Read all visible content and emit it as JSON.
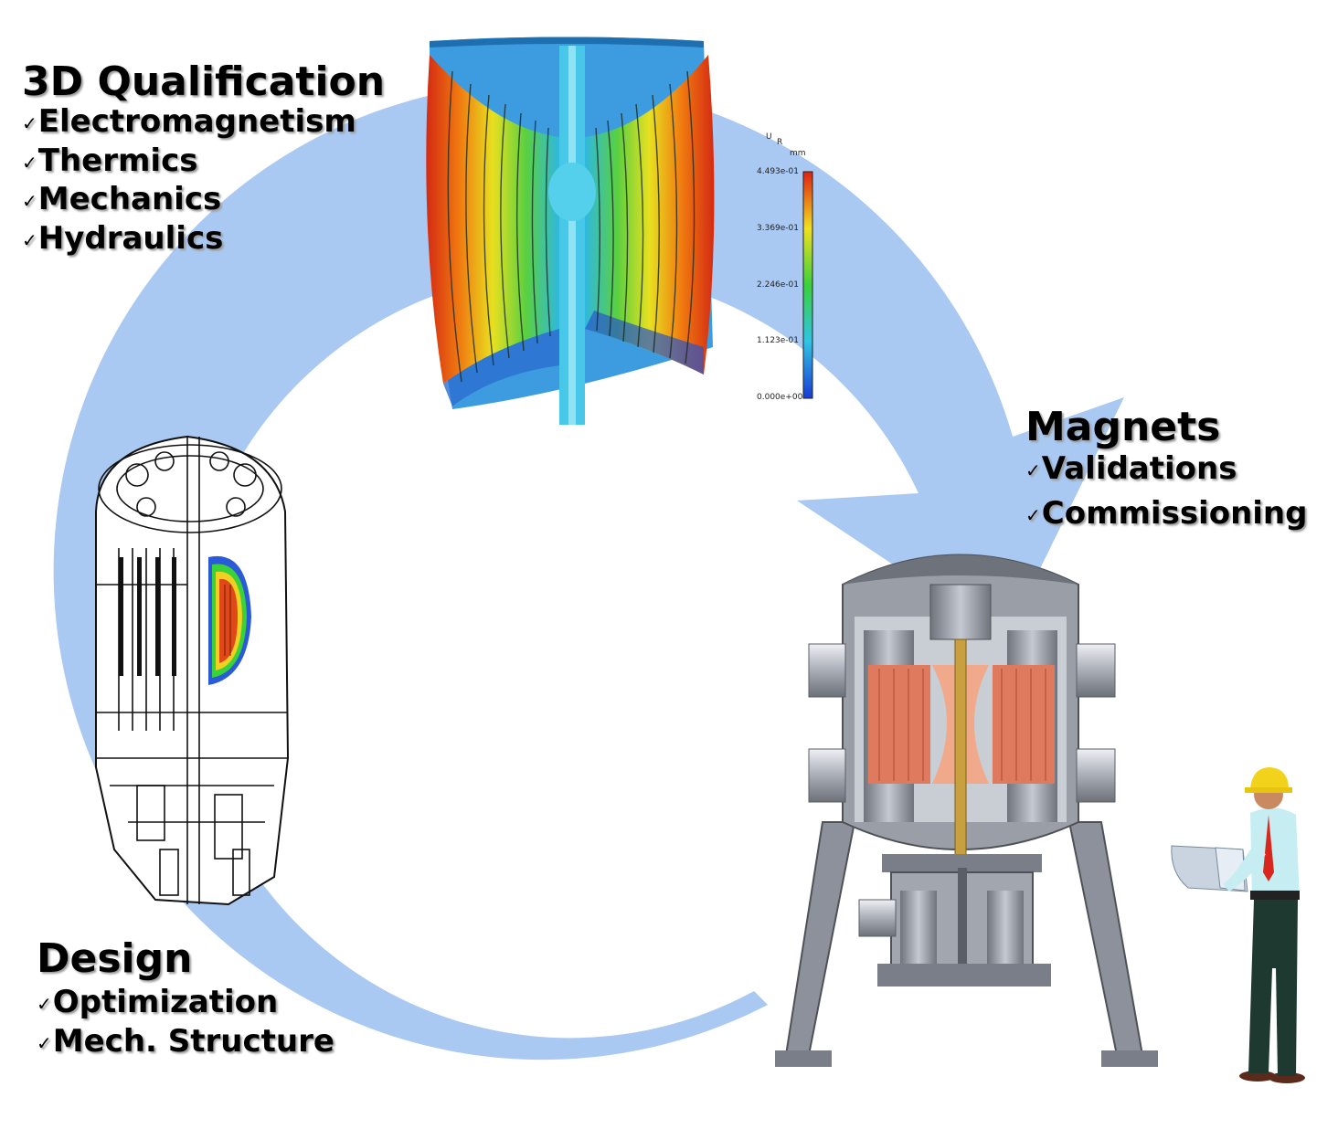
{
  "colors": {
    "cycle_arrow": "#a9c8f2",
    "background": "#ffffff",
    "coil_copper": "#e07a5f",
    "frame_gray": "#8d919b"
  },
  "qualification": {
    "heading": "3D Qualification",
    "items": [
      "Electromagnetism",
      "Thermics",
      "Mechanics",
      "Hydraulics"
    ]
  },
  "magnets": {
    "heading": "Magnets",
    "items": [
      "Validations",
      "Commissioning"
    ]
  },
  "design": {
    "heading": "Design",
    "items": [
      "Optimization",
      "Mech. Structure"
    ]
  },
  "colorbar": {
    "title": "U",
    "title_sub": "R",
    "unit": "mm",
    "ticks": [
      "4.493e-01",
      "3.369e-01",
      "2.246e-01",
      "1.123e-01",
      "0.000e+00"
    ]
  },
  "icons": {
    "tick": "check-mark",
    "cycle": "circular-arrow",
    "engineer": "engineer-with-hard-hat"
  }
}
